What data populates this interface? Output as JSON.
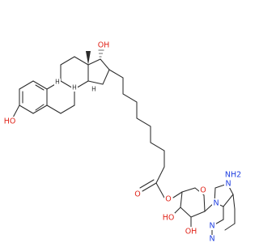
{
  "molecule": {
    "labels": {
      "oh_phenol": "HO",
      "oh_17": "OH",
      "ester_o_carbonyl": "O",
      "ester_o": "O",
      "ring_o": "O",
      "oh_3p": "HO",
      "oh_2p": "OH",
      "n9": "N",
      "n_purine_1": "N",
      "n_purine_2": "N",
      "n_purine_3": "N",
      "nh2": "NH2",
      "h_8": "H",
      "h_9": "H",
      "h_14": "H"
    },
    "colors": {
      "bond": "#2b2b2b",
      "oxygen": "#e0251b",
      "nitrogen": "#1f3fe0",
      "hydrogen": "#2b2b2b"
    }
  }
}
